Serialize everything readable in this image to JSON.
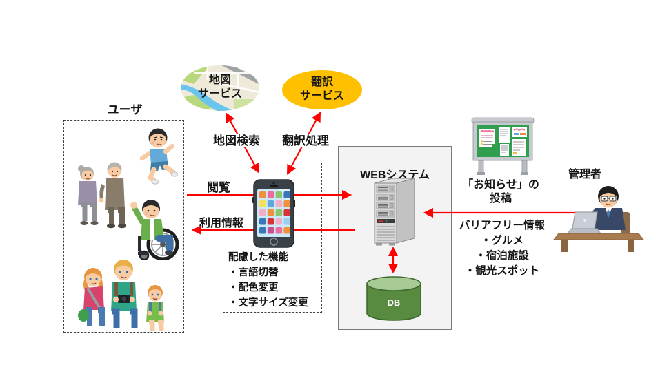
{
  "diagram": {
    "background": "#ffffff",
    "arrow_color": "#ff0000"
  },
  "user": {
    "label": "ユーザ"
  },
  "services": {
    "map": {
      "name_line1": "地図",
      "name_line2": "サービス"
    },
    "translation": {
      "name_line1": "翻訳",
      "name_line2": "サービス",
      "fill": "#ffc000"
    }
  },
  "flows": {
    "map_search": "地図検索",
    "translation_process": "翻訳処理",
    "browse": "閲覧",
    "usage_info": "利用情報"
  },
  "smartphone": {
    "features_title": "配慮した機能",
    "features": [
      "・言語切替",
      "・配色変更",
      "・文字サイズ変更"
    ]
  },
  "web_system": {
    "title": "WEBシステム",
    "db_label": "DB"
  },
  "admin": {
    "label": "管理者",
    "post_line1": "「お知らせ」の",
    "post_line2": "投稿",
    "info_title": "バリアフリー情報",
    "info_items": [
      "・グルメ",
      "・宿泊施設",
      "・観光スポット"
    ]
  }
}
